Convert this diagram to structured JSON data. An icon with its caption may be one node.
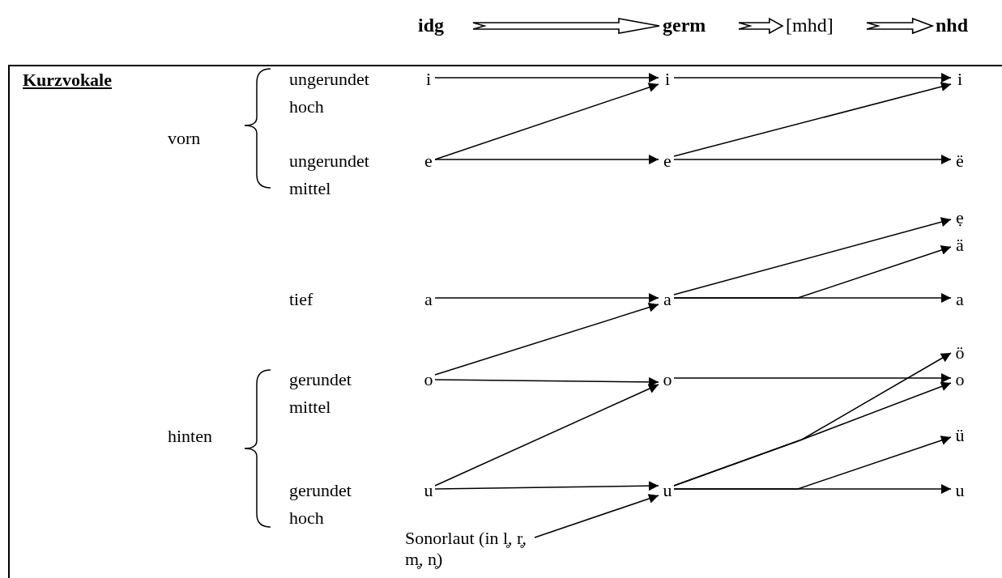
{
  "diagram": {
    "nodes": [
      {
        "text": [
          "idg"
        ]
      },
      {
        "text": [
          "germ"
        ]
      },
      {
        "text": [
          "[mhd]"
        ]
      },
      {
        "text": [
          "nhd"
        ]
      },
      {
        "text": [
          "Kurzvokale"
        ]
      },
      {
        "text": [
          "i"
        ],
        "in": 4
      },
      {
        "text": [
          "e"
        ],
        "in": 4
      },
      {
        "text": [
          "a"
        ],
        "in": 4
      },
      {
        "text": [
          "o"
        ],
        "in": 4
      },
      {
        "text": [
          "u"
        ],
        "in": 4
      },
      {
        "text": [
          "i"
        ],
        "in": 4
      },
      {
        "text": [
          "e"
        ],
        "in": 4
      },
      {
        "text": [
          "a"
        ],
        "in": 4
      },
      {
        "text": [
          "o"
        ],
        "in": 4
      },
      {
        "text": [
          "u"
        ],
        "in": 4
      },
      {
        "text": [
          "i"
        ],
        "in": 4
      },
      {
        "text": [
          "ë"
        ],
        "in": 4
      },
      {
        "text": [
          "ẹ"
        ],
        "in": 4
      },
      {
        "text": [
          "ä"
        ],
        "in": 4
      },
      {
        "text": [
          "a"
        ],
        "in": 4
      },
      {
        "text": [
          "ö"
        ],
        "in": 4
      },
      {
        "text": [
          "o"
        ],
        "in": 4
      },
      {
        "text": [
          "ü"
        ],
        "in": 4
      },
      {
        "text": [
          "u"
        ],
        "in": 4
      },
      {
        "text": [
          "Sonorlaut (in l̥, r̥, m̥, n̥)"
        ],
        "in": 4
      }
    ],
    "edges": [
      {
        "from": 0,
        "to": 1,
        "arrow": "to",
        "style": "thick"
      },
      {
        "from": 1,
        "to": 2,
        "arrow": "to",
        "style": "thick"
      },
      {
        "from": 2,
        "to": 3,
        "arrow": "to",
        "style": "thick"
      },
      {
        "from": 5,
        "to": 10,
        "arrow": "to"
      },
      {
        "from": 6,
        "to": 10,
        "arrow": "to"
      },
      {
        "from": 6,
        "to": 11,
        "arrow": "to"
      },
      {
        "from": 10,
        "to": 15,
        "arrow": "to"
      },
      {
        "from": 11,
        "to": 15,
        "arrow": "to"
      },
      {
        "from": 11,
        "to": 16,
        "arrow": "to"
      },
      {
        "from": 7,
        "to": 12,
        "arrow": "to"
      },
      {
        "from": 12,
        "to": 17,
        "arrow": "to"
      },
      {
        "from": 12,
        "to": 18,
        "arrow": "to"
      },
      {
        "from": 12,
        "to": 19,
        "arrow": "to"
      },
      {
        "from": 8,
        "to": 12,
        "arrow": "to"
      },
      {
        "from": 8,
        "to": 13,
        "arrow": "to"
      },
      {
        "from": 9,
        "to": 13,
        "arrow": "to"
      },
      {
        "from": 9,
        "to": 14,
        "arrow": "to"
      },
      {
        "from": 24,
        "to": 14,
        "arrow": "to"
      },
      {
        "from": 14,
        "to": 20,
        "arrow": "to"
      },
      {
        "from": 14,
        "to": 21,
        "arrow": "to"
      },
      {
        "from": 14,
        "to": 22,
        "arrow": "to"
      },
      {
        "from": 14,
        "to": 23,
        "arrow": "to"
      },
      {
        "from": 13,
        "to": 21,
        "arrow": "to"
      }
    ],
    "labels": [
      "ungerundet hoch",
      "vorn",
      "ungerundet mittel",
      "tief",
      "gerundet mittel",
      "hinten",
      "gerundet hoch"
    ]
  }
}
